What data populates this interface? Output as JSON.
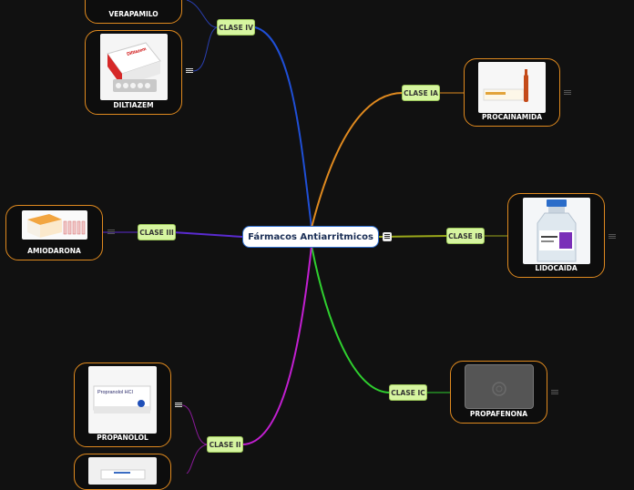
{
  "central": {
    "title": "Fármacos Antiarritmicos"
  },
  "classes": {
    "ia": "CLASE IA",
    "ib": "CLASE IB",
    "ic": "CLASE IC",
    "ii": "CLASE II",
    "iii": "CLASE III",
    "iv": "CLASE IV"
  },
  "drugs": {
    "verapamilo": "VERAPAMILO",
    "diltiazem": "DILTIAZEM",
    "procainamida": "PROCAINAMIDA",
    "lidocaida": "LIDOCAIDA",
    "amiodarona": "AMIODARONA",
    "propafenona": "PROPAFENONA",
    "propanolol": "PROPANOLOL"
  },
  "package_text": {
    "diltiazem": "Diltiazem",
    "propanolol": "Propranolol HCl"
  },
  "colors": {
    "class_iv": "#1f4fd6",
    "class_ia": "#e08a1f",
    "class_ib": "#9aa81a",
    "class_ic": "#2fcf2f",
    "class_ii": "#c21fd1",
    "class_iii": "#5a2bd0",
    "card_border": "#e08a1f",
    "tag_fill": "#d6f5a0"
  }
}
